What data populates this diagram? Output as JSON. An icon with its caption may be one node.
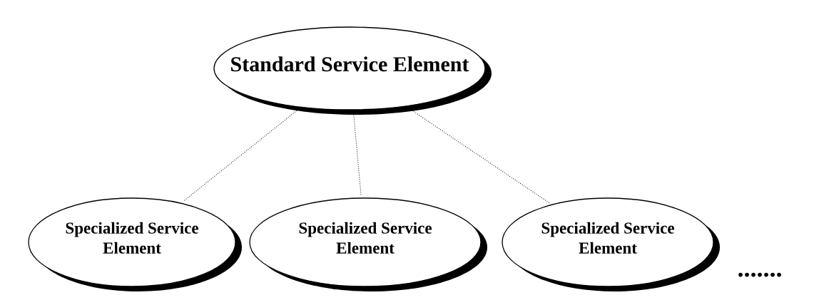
{
  "diagram": {
    "nodes": [
      {
        "text": [
          "Standard Service Element"
        ]
      },
      {
        "text": [
          "Specialized Service Element"
        ]
      },
      {
        "text": [
          "Specialized Service Element"
        ]
      },
      {
        "text": [
          "Specialized Service Element"
        ]
      }
    ],
    "edges": [
      {
        "from": 0,
        "to": 1,
        "arrow": "none",
        "style": "dashed"
      },
      {
        "from": 0,
        "to": 2,
        "arrow": "none",
        "style": "dashed"
      },
      {
        "from": 0,
        "to": 3,
        "arrow": "none",
        "style": "dashed"
      }
    ],
    "labels": [
      "......."
    ]
  }
}
